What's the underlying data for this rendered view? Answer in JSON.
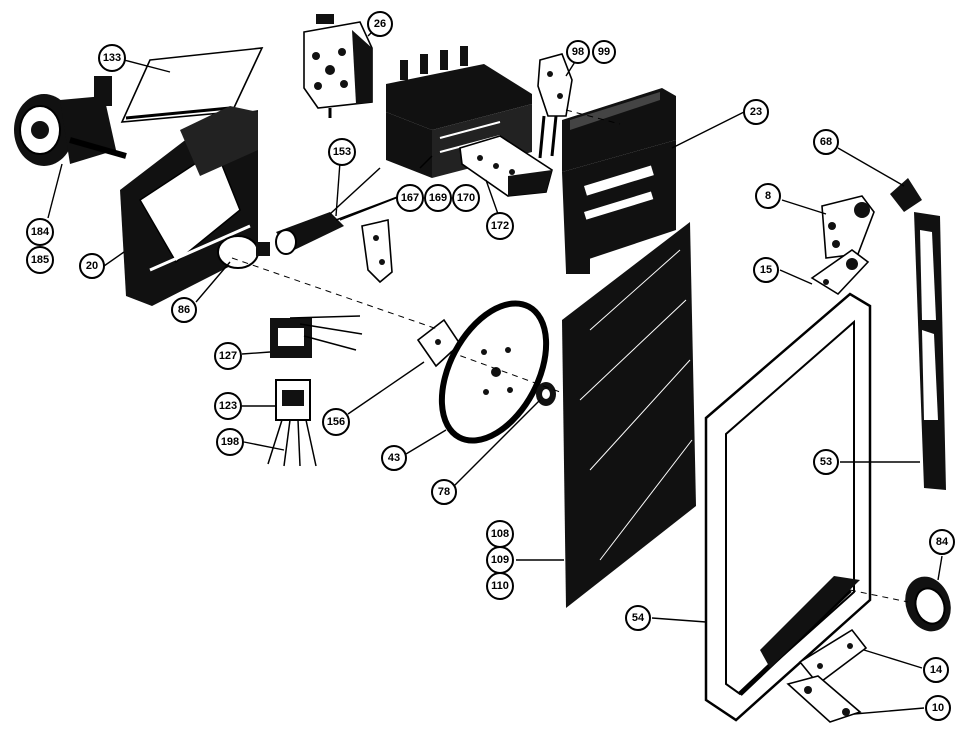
{
  "diagram": {
    "type": "exploded-parts-view",
    "callouts": [
      "133",
      "26",
      "98",
      "99",
      "23",
      "68",
      "184",
      "185",
      "20",
      "153",
      "167",
      "169",
      "170",
      "172",
      "8",
      "15",
      "86",
      "127",
      "123",
      "198",
      "156",
      "43",
      "78",
      "108",
      "109",
      "110",
      "53",
      "84",
      "54",
      "14",
      "10"
    ]
  }
}
